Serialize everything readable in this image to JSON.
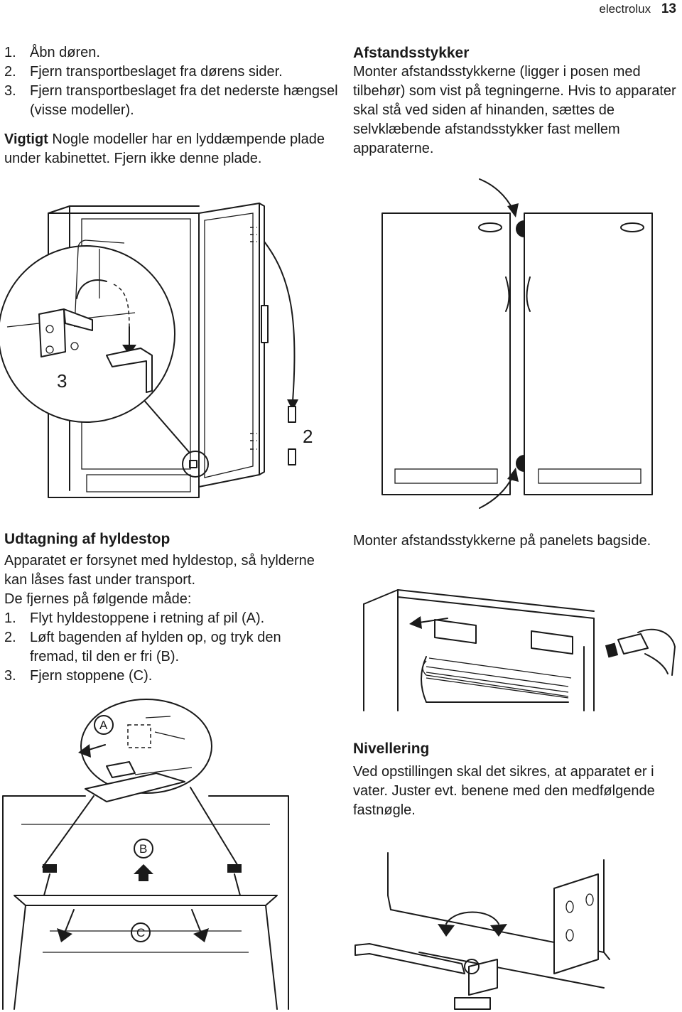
{
  "header": {
    "brand": "electrolux",
    "page_number": "13"
  },
  "steps_top": {
    "items": [
      {
        "num": "1.",
        "text": "Åbn døren."
      },
      {
        "num": "2.",
        "text": "Fjern transportbeslaget fra dørens sider."
      },
      {
        "num": "3.",
        "text": "Fjern transportbeslaget fra det nederste hængsel (visse modeller)."
      }
    ],
    "important_label": "Vigtigt",
    "important_text": "Nogle modeller har en lyddæmpende plade under kabinettet. Fjern ikke denne plade."
  },
  "spacers": {
    "title": "Afstandsstykker",
    "body": "Monter afstandsstykkerne (ligger i posen med tilbehør) som vist på tegningerne. Hvis to apparater skal stå ved siden af hinanden, sættes de selvklæbende afstandsstykker fast mellem apparaterne."
  },
  "shelf_stops": {
    "title": "Udtagning af hyldestop",
    "intro": "Apparatet er forsynet med hyldestop, så hylderne kan låses fast under transport.",
    "intro2": "De fjernes på følgende måde:",
    "items": [
      {
        "num": "1.",
        "text": "Flyt hyldestoppene i retning af pil (A)."
      },
      {
        "num": "2.",
        "text": "Løft bagenden af hylden op, og tryk den fremad, til den er fri (B)."
      },
      {
        "num": "3.",
        "text": "Fjern stoppene (C)."
      }
    ]
  },
  "panel_text": "Monter afstandsstykkerne på panelets bagside.",
  "leveling": {
    "title": "Nivellering",
    "body": "Ved opstillingen skal det sikres, at apparatet er i vater. Juster evt. benene med den medfølgende fastnøgle."
  },
  "figure_labels": {
    "step3": "3",
    "step2": "2",
    "a": "A",
    "b": "B",
    "c": "C"
  }
}
